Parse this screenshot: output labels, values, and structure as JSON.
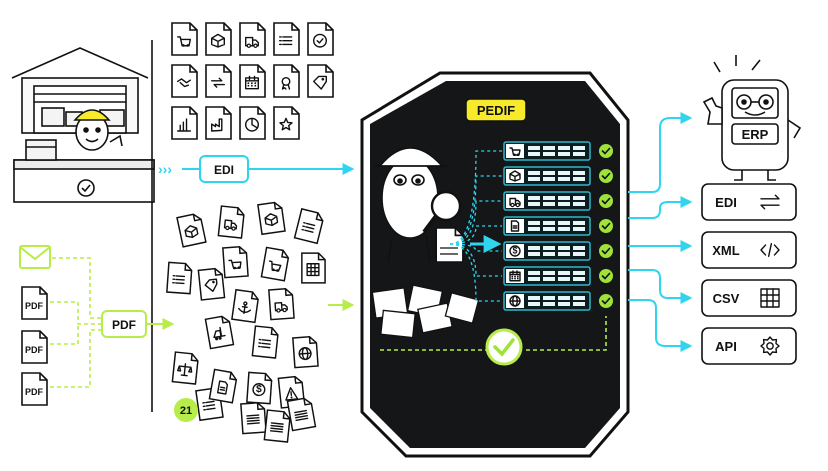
{
  "colors": {
    "cyan": "#2fd5ee",
    "lime": "#b8ec4a",
    "yellow": "#f6ea2a",
    "dark": "#141618",
    "teal_row": "#2fb8c9",
    "green_check": "#9ee23a"
  },
  "hub": {
    "title": "PEDIF",
    "rows": [
      {
        "icon": "cart-icon"
      },
      {
        "icon": "box-icon"
      },
      {
        "icon": "truck-icon"
      },
      {
        "icon": "document-icon"
      },
      {
        "icon": "dollar-icon"
      },
      {
        "icon": "calendar-icon"
      },
      {
        "icon": "globe-icon"
      }
    ]
  },
  "inputs": {
    "edi_label": "EDI",
    "pdf_label": "PDF",
    "pdf_files": [
      "PDF",
      "PDF",
      "PDF"
    ],
    "badge_count": "21",
    "edi_doc_icons": [
      "cart-icon",
      "box-icon",
      "truck-icon",
      "checklist-icon",
      "check-circle-icon",
      "handshake-icon",
      "return-icon",
      "calendar-icon",
      "certificate-icon",
      "tag-icon",
      "chart-icon",
      "factory-icon",
      "pie-icon",
      "star-icon"
    ],
    "pile_icons": [
      "box-icon",
      "truck-icon",
      "box-icon",
      "checklist-icon",
      "cart-icon",
      "cart-icon",
      "grid-icon",
      "list-icon",
      "tag-icon",
      "anchor-icon",
      "truck-icon",
      "forklift-icon",
      "checklist-icon",
      "globe-icon",
      "scale-icon",
      "dollar-icon",
      "warning-icon",
      "list-icon",
      "document-icon",
      "lines-icon",
      "lines-icon",
      "lines-icon"
    ]
  },
  "outputs": {
    "erp_label": "ERP",
    "items": [
      {
        "label": "EDI",
        "icon": "arrows-exchange-icon"
      },
      {
        "label": "XML",
        "icon": "code-icon"
      },
      {
        "label": "CSV",
        "icon": "table-icon"
      },
      {
        "label": "API",
        "icon": "gear-icon"
      }
    ]
  }
}
